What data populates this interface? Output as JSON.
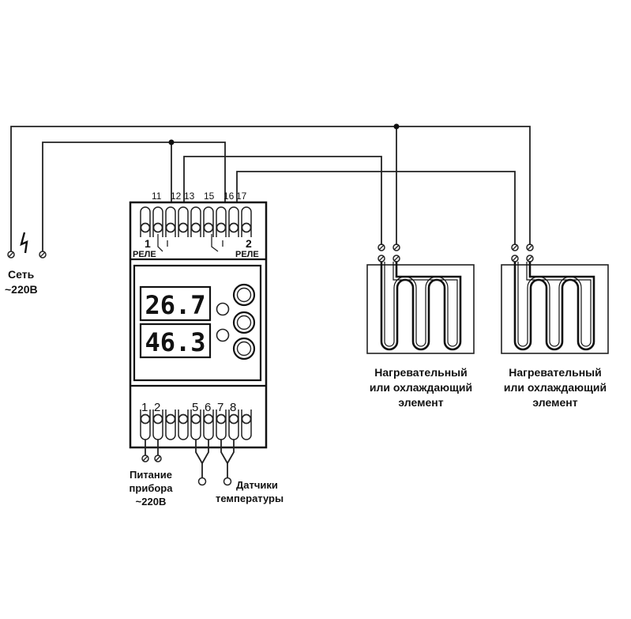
{
  "network": {
    "label_line1": "Сеть",
    "label_line2": "~220В"
  },
  "relays": {
    "relay1_number": "1",
    "relay1_label": "РЕЛЕ",
    "relay2_number": "2",
    "relay2_label": "РЕЛЕ"
  },
  "top_terminals": [
    "11",
    "12",
    "13",
    "15",
    "16",
    "17"
  ],
  "display": {
    "value1": "26.7",
    "value2": "46.3"
  },
  "bottom_terminals": [
    "1",
    "2",
    "5",
    "6",
    "7",
    "8"
  ],
  "power": {
    "line1": "Питание",
    "line2": "прибора",
    "line3": "~220В"
  },
  "sensors": {
    "line1": "Датчики",
    "line2": "температуры"
  },
  "elements": [
    {
      "line1": "Нагревательный",
      "line2": "или охлаждающий",
      "line3": "элемент"
    },
    {
      "line1": "Нагревательный",
      "line2": "или охлаждающий",
      "line3": "элемент"
    }
  ]
}
